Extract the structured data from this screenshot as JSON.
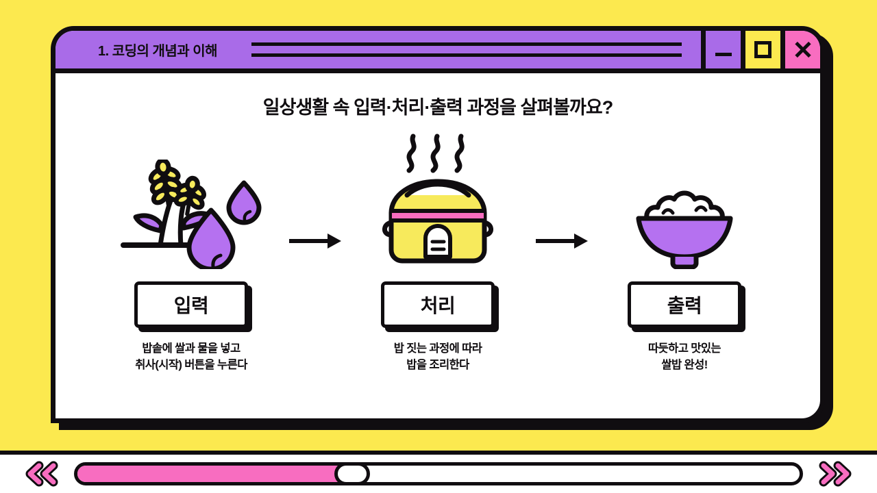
{
  "theme": {
    "background": "#FCE94F",
    "accent_purple": "#A96BE8",
    "accent_pink": "#F86DC0",
    "accent_yellow": "#FCE94F",
    "outline": "#100d10",
    "surface": "#FFFFFF"
  },
  "window": {
    "title": "1. 코딩의 개념과 이해",
    "controls": {
      "minimize_name": "minimize-button",
      "maximize_name": "maximize-button",
      "close_name": "close-button"
    }
  },
  "slide": {
    "heading": "일상생활 속 입력·처리·출력 과정을 살펴볼까요?",
    "stages": [
      {
        "id": "input",
        "label": "입력",
        "caption": "밥솥에 쌀과 물을 넣고\n취사(시작) 버튼을 누른다",
        "icon": "rice-plant-and-water-drops-icon"
      },
      {
        "id": "process",
        "label": "처리",
        "caption": "밥 짓는 과정에 따라\n밥을 조리한다",
        "icon": "rice-cooker-with-steam-icon"
      },
      {
        "id": "output",
        "label": "출력",
        "caption": "따듯하고 맛있는\n쌀밥 완성!",
        "icon": "bowl-of-rice-icon"
      }
    ],
    "arrow_icon": "right-arrow-icon"
  },
  "footer": {
    "prev_icon": "double-chevron-left-icon",
    "next_icon": "double-chevron-right-icon",
    "progress_percent": 38
  }
}
